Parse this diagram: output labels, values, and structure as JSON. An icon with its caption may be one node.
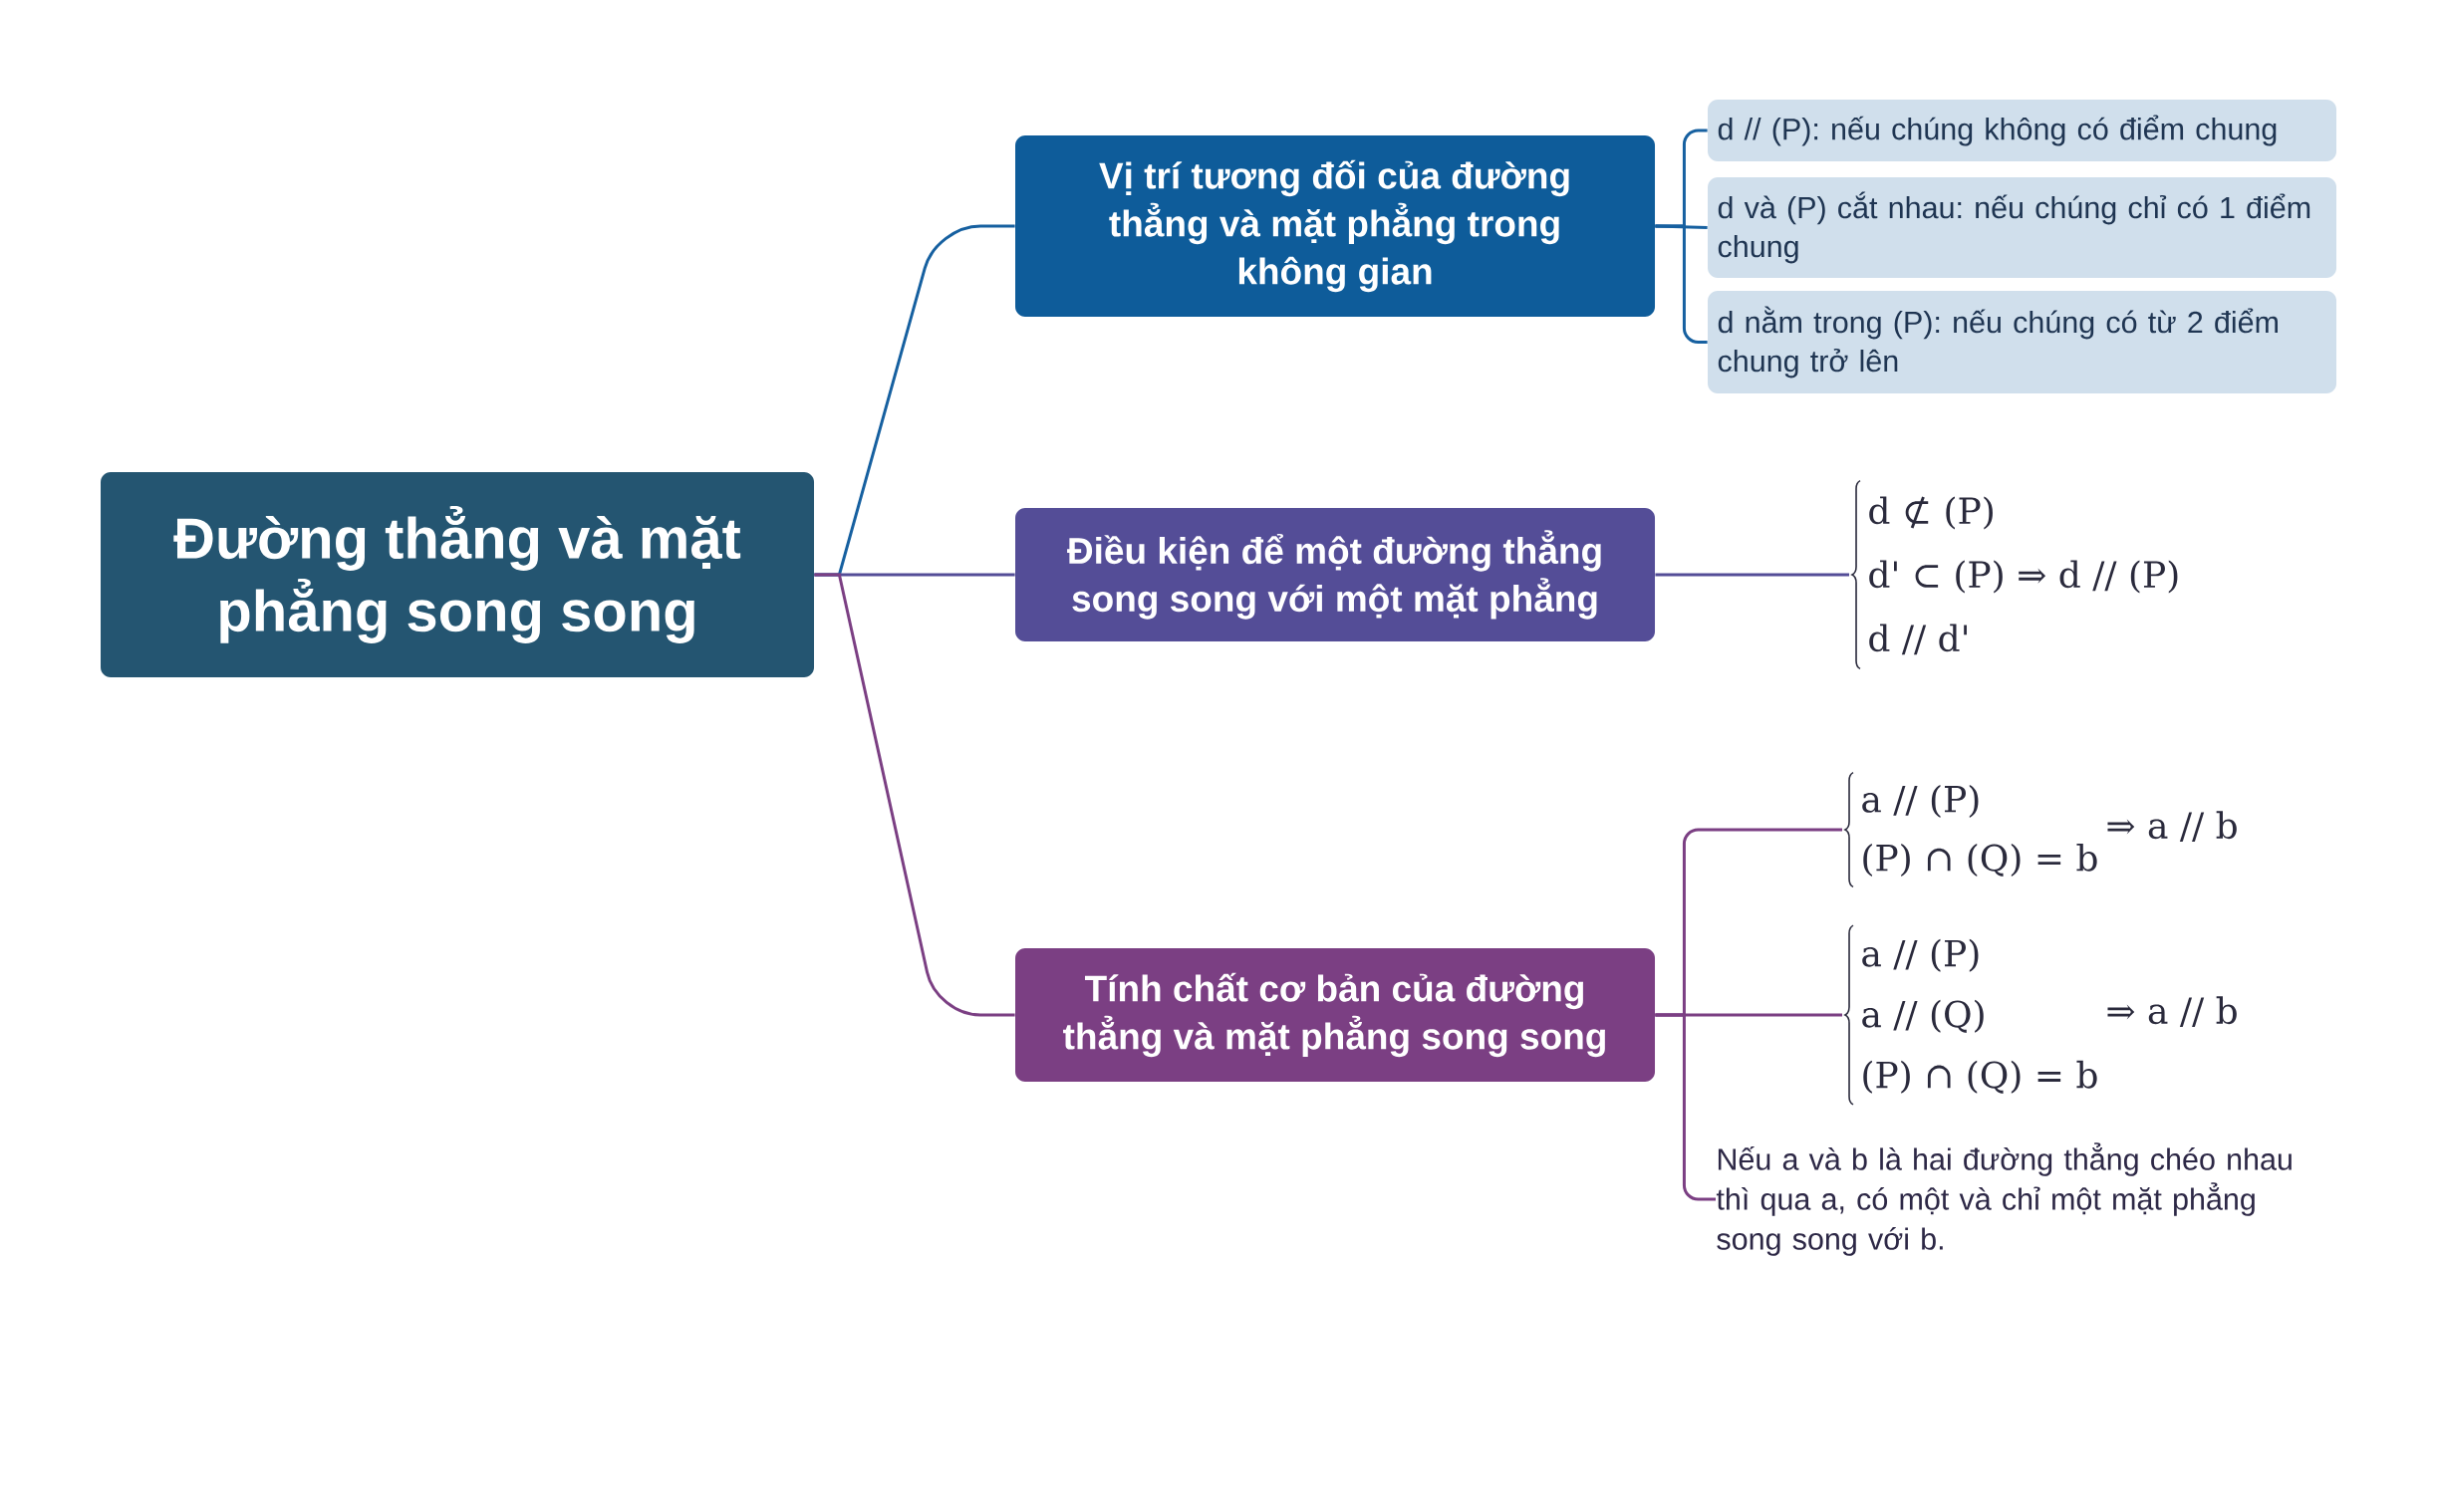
{
  "diagram": {
    "nodes": [
      {
        "text": [
          "Đường thẳng và mặt phẳng song song"
        ]
      },
      {
        "text": [
          "Vị trí tương đối của đường thẳng và mặt phẳng trong không gian"
        ]
      },
      {
        "text": [
          "d // (P): nếu chúng không có điểm chung"
        ]
      },
      {
        "text": [
          "d và (P) cắt nhau: nếu chúng chỉ có 1 điểm chung"
        ]
      },
      {
        "text": [
          "d nằm trong (P): nếu chúng có từ 2 điểm chung trở lên"
        ]
      },
      {
        "text": [
          "Điều kiện để một đường thẳng song song với một mặt phẳng"
        ]
      },
      {
        "text": [
          "d ⊄ (P)",
          "d' ⊂ (P) ⇒ d // (P)",
          "d // d'"
        ]
      },
      {
        "text": [
          "Tính chất cơ bản của đường thẳng và mặt phẳng song song"
        ]
      },
      {
        "text": [
          "a // (P)",
          "(P) ∩ (Q) = b",
          "⇒ a // b"
        ]
      },
      {
        "text": [
          "a // (P)",
          "a // (Q)",
          "(P) ∩ (Q) = b",
          "⇒ a // b"
        ]
      },
      {
        "text": [
          "Nếu a và b là hai đường thẳng chéo nhau thì qua a, có một và chỉ một mặt phẳng song song với b."
        ]
      }
    ],
    "edges": [
      {
        "from": 0,
        "to": 1,
        "arrow": "none",
        "color": "#1660a0"
      },
      {
        "from": 0,
        "to": 5,
        "arrow": "none",
        "color": "#544d97"
      },
      {
        "from": 0,
        "to": 7,
        "arrow": "none",
        "color": "#7b3f83"
      },
      {
        "from": 1,
        "to": 2,
        "arrow": "none",
        "color": "#1660a0"
      },
      {
        "from": 1,
        "to": 3,
        "arrow": "none",
        "color": "#1660a0"
      },
      {
        "from": 1,
        "to": 4,
        "arrow": "none",
        "color": "#1660a0"
      },
      {
        "from": 5,
        "to": 6,
        "arrow": "none",
        "color": "#544d97"
      },
      {
        "from": 7,
        "to": 8,
        "arrow": "none",
        "color": "#7b3f83"
      },
      {
        "from": 7,
        "to": 9,
        "arrow": "none",
        "color": "#7b3f83"
      },
      {
        "from": 7,
        "to": 10,
        "arrow": "none",
        "color": "#7b3f83"
      }
    ]
  }
}
